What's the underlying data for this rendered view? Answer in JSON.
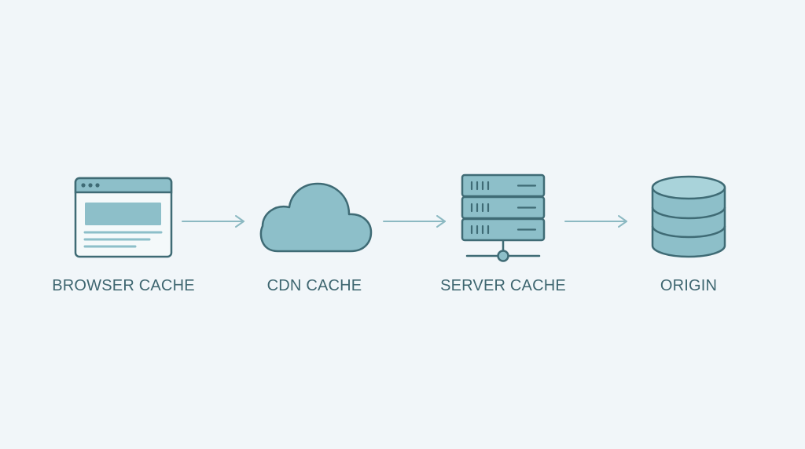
{
  "nodes": [
    {
      "id": "browser",
      "label": "BROWSER CACHE",
      "icon": "browser-window-icon"
    },
    {
      "id": "cdn",
      "label": "CDN CACHE",
      "icon": "cloud-icon"
    },
    {
      "id": "server",
      "label": "SERVER CACHE",
      "icon": "server-rack-icon"
    },
    {
      "id": "origin",
      "label": "ORIGIN",
      "icon": "database-icon"
    }
  ],
  "colors": {
    "background": "#f1f6f9",
    "stroke": "#3f6b75",
    "fill": "#8dbfc9",
    "fill_light": "#e9f3f5",
    "fill_top": "#a9d3da",
    "arrow": "#8cb9c2",
    "label": "#3e6670"
  }
}
